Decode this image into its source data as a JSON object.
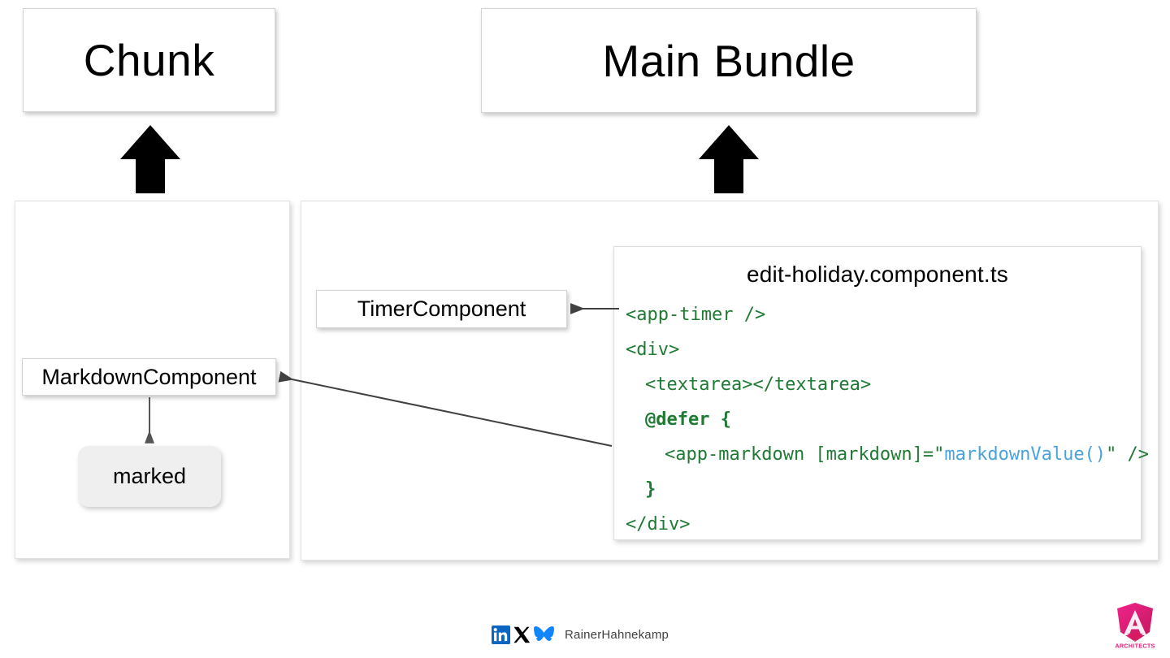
{
  "slide": {
    "headers": {
      "chunk": "Chunk",
      "main_bundle": "Main Bundle"
    },
    "chunk_panel": {
      "component_label": "MarkdownComponent",
      "dependency_label": "marked"
    },
    "bundle_panel": {
      "component_label": "TimerComponent",
      "code_card": {
        "title": "edit-holiday.component.ts",
        "lines": [
          {
            "indent": 0,
            "tokens": [
              {
                "text": "<app-timer />",
                "color": "green",
                "bold": false
              }
            ]
          },
          {
            "indent": 0,
            "tokens": [
              {
                "text": "<div>",
                "color": "green",
                "bold": false
              }
            ]
          },
          {
            "indent": 1,
            "tokens": [
              {
                "text": "<textarea></textarea>",
                "color": "green",
                "bold": false
              }
            ]
          },
          {
            "indent": 1,
            "tokens": [
              {
                "text": "@defer {",
                "color": "green",
                "bold": true
              }
            ]
          },
          {
            "indent": 2,
            "tokens": [
              {
                "text": "<app-markdown [markdown]=\"",
                "color": "green",
                "bold": false
              },
              {
                "text": "markdownValue()",
                "color": "blue",
                "bold": false
              },
              {
                "text": "\" />",
                "color": "green",
                "bold": false
              }
            ]
          },
          {
            "indent": 1,
            "tokens": [
              {
                "text": "}",
                "color": "green",
                "bold": true
              }
            ]
          },
          {
            "indent": 0,
            "tokens": [
              {
                "text": "</div>",
                "color": "green",
                "bold": false
              }
            ]
          }
        ]
      }
    },
    "arrows": {
      "chunk_up_arrow": "up-arrow",
      "bundle_up_arrow": "up-arrow",
      "timer_connector": "arrow-left",
      "markdown_connector": "arrow-left-diagonal"
    },
    "footer": {
      "handle": "RainerHahnekamp",
      "social": [
        {
          "name": "linkedin-icon",
          "label": "in"
        },
        {
          "name": "x-icon",
          "label": "X"
        },
        {
          "name": "bluesky-icon",
          "label": "butterfly"
        }
      ],
      "brand": "ANGULAR ARCHITECTS"
    },
    "colors": {
      "code_green": "#1f7a33",
      "code_blue": "#4aa3dd",
      "marked_bg": "#efeff0",
      "arrow_stroke": "#404040",
      "brand_pink": "#e6157b"
    }
  }
}
